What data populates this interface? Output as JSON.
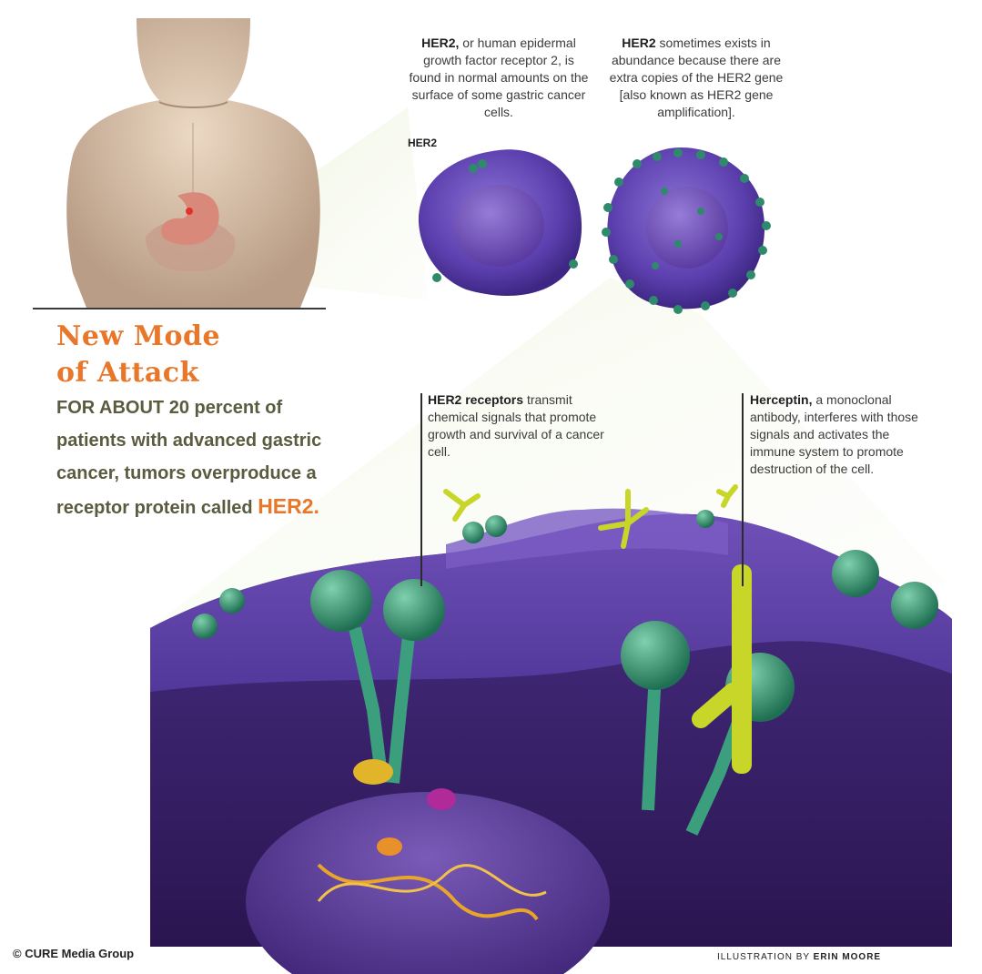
{
  "headline": {
    "line1": "New Mode",
    "line2": "of Attack"
  },
  "lead": {
    "text": "FOR ABOUT 20 percent of patients with advanced gastric cancer, tumors overproduce a receptor protein called",
    "highlight": "HER2."
  },
  "annotations": {
    "her2_normal": {
      "bold": "HER2,",
      "text": "or human epidermal growth factor receptor 2, is found in normal amounts on the surface of some gastric cancer cells."
    },
    "her2_abundance": {
      "bold": "HER2",
      "text": "sometimes exists in abundance because there are extra copies of the HER2 gene [also known as HER2 gene amplification]."
    },
    "her2_label": "HER2",
    "her2_receptors": {
      "bold": "HER2 receptors",
      "text": "transmit chemical signals that promote growth and survival of a cancer cell."
    },
    "herceptin": {
      "bold": "Herceptin,",
      "text": "a monoclonal antibody, interferes with those signals and activates the immune system to promote destruction of the cell."
    }
  },
  "credits": {
    "copyright": "© CURE Media Group",
    "illustration_prefix": "ILLUSTRATION BY",
    "illustrator": "ERIN MOORE"
  },
  "colors": {
    "accent_orange": "#e9772a",
    "cell_purple": "#6a4bb0",
    "receptor_green": "#2f8a6b",
    "antibody_yellow": "#c8d62a"
  }
}
